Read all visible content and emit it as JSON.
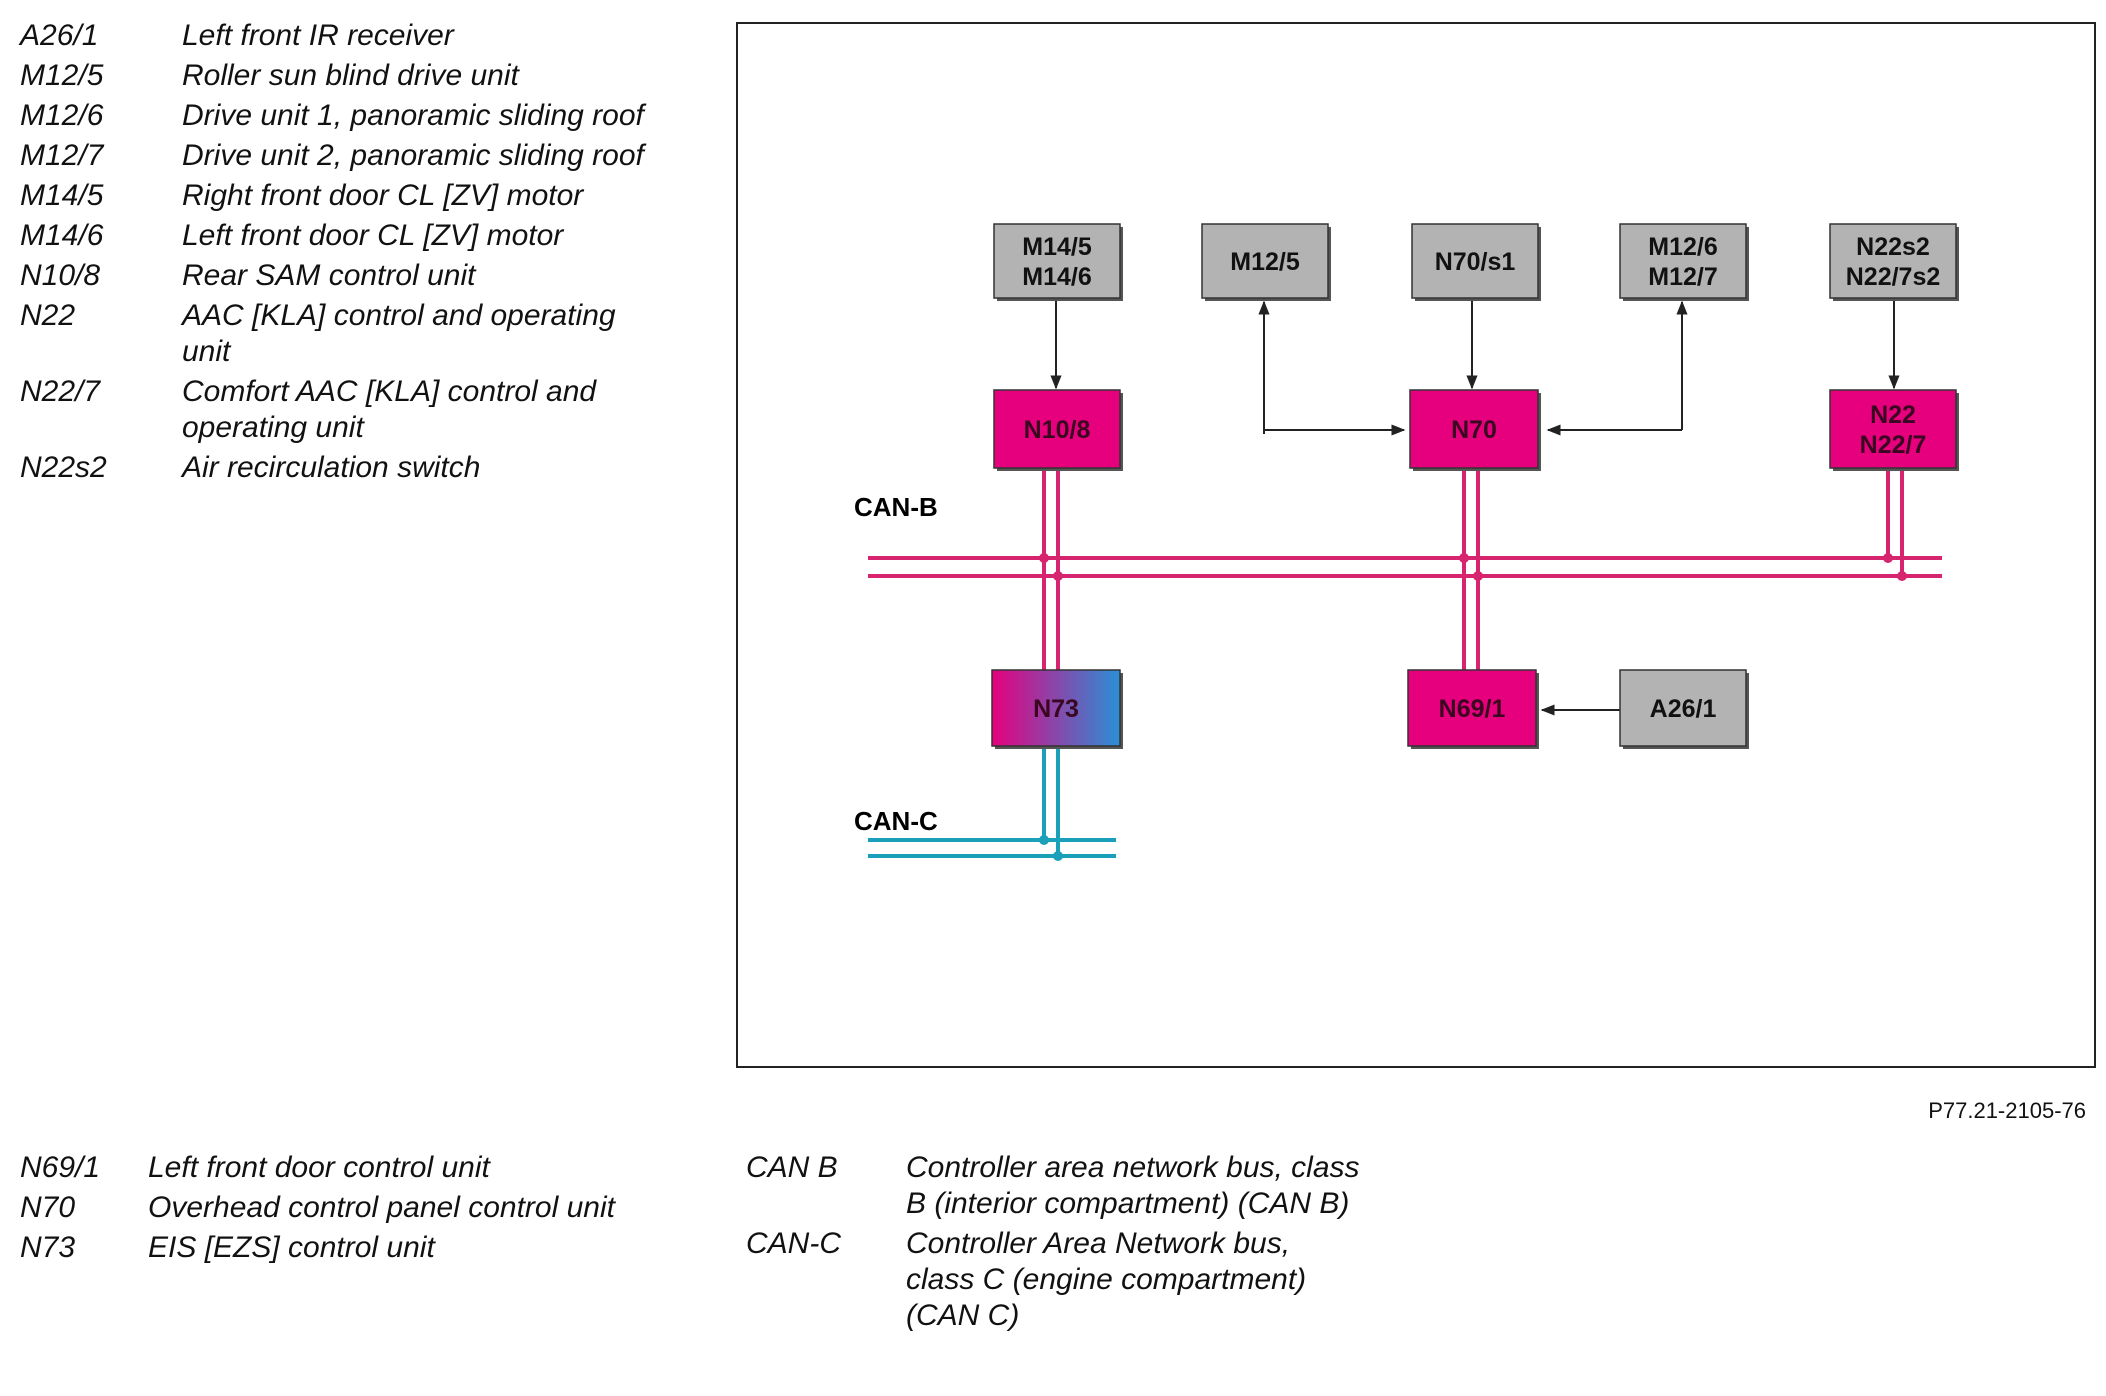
{
  "legend_top": [
    {
      "code": "A26/1",
      "desc": "Left front IR receiver"
    },
    {
      "code": "M12/5",
      "desc": "Roller sun blind drive unit"
    },
    {
      "code": "M12/6",
      "desc": "Drive unit 1, panoramic sliding roof"
    },
    {
      "code": "M12/7",
      "desc": "Drive unit 2, panoramic sliding roof"
    },
    {
      "code": "M14/5",
      "desc": "Right front door CL [ZV] motor"
    },
    {
      "code": "M14/6",
      "desc": "Left front door CL [ZV] motor"
    },
    {
      "code": "N10/8",
      "desc": "Rear SAM control unit"
    },
    {
      "code": "N22",
      "desc": "AAC [KLA] control and operating unit"
    },
    {
      "code": "N22/7",
      "desc": "Comfort AAC [KLA] control and operating unit"
    },
    {
      "code": "N22s2",
      "desc": "Air recirculation switch"
    }
  ],
  "legend_bottom_left": [
    {
      "code": "N69/1",
      "desc": "Left front door control unit"
    },
    {
      "code": "N70",
      "desc": "Overhead control panel control unit"
    },
    {
      "code": "N73",
      "desc": "EIS [EZS] control unit"
    }
  ],
  "legend_bottom_right": [
    {
      "code": "CAN B",
      "desc": "Controller area network bus, class B (interior compartment) (CAN B)"
    },
    {
      "code": "CAN-C",
      "desc": "Controller Area Network bus, class C (engine compartment) (CAN C)"
    }
  ],
  "figure_ref": "P77.21-2105-76",
  "diagram": {
    "bus_labels": {
      "can_b": "CAN-B",
      "can_c": "CAN-C"
    },
    "boxes": {
      "m14": [
        "M14/5",
        "M14/6"
      ],
      "m12_5": [
        "M12/5"
      ],
      "n70s1": [
        "N70/s1"
      ],
      "m12_6": [
        "M12/6",
        "M12/7"
      ],
      "n22s2": [
        "N22s2",
        "N22/7s2"
      ],
      "n10_8": [
        "N10/8"
      ],
      "n70": [
        "N70"
      ],
      "n22": [
        "N22",
        "N22/7"
      ],
      "n73": [
        "N73"
      ],
      "n69_1": [
        "N69/1"
      ],
      "a26_1": [
        "A26/1"
      ]
    },
    "colors": {
      "sensor_box": "#b3b3b3",
      "control_box": "#e6007e",
      "can_b": "#d6246e",
      "can_c": "#1aa0b8",
      "eis_gradient_start": "#e6007e",
      "eis_gradient_end": "#2a8fd6"
    }
  }
}
